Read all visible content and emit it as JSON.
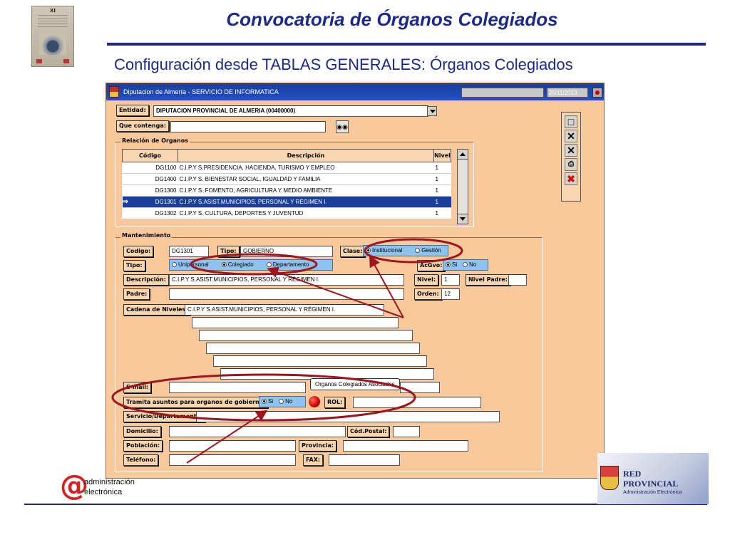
{
  "slide": {
    "title": "Convocatoria de Órganos Colegiados",
    "subtitle": "Configuración desde TABLAS GENERALES: Órganos Colegiados",
    "thumb_label": "XI"
  },
  "app": {
    "window_title": "Diputacion de Almería  - SERVICIO DE INFORMATICA",
    "date": "25/11/2013",
    "entidad_label": "Entidad:",
    "entidad_value": "DIPUTACION PROVINCIAL DE ALMERIA  (00400000)",
    "que_contenga_label": "Que contenga:",
    "relacion": {
      "title": "Relación de Organos",
      "headers": {
        "codigo": "Código",
        "descripcion": "Descripción",
        "nivel": "Nivel"
      },
      "rows": [
        {
          "codigo": "DG1100",
          "descripcion": "C.I.P.Y S.PRESIDENCIA, HACIENDA, TURISMO Y EMPLEO",
          "nivel": "1"
        },
        {
          "codigo": "DG1400",
          "descripcion": "C.I.P.Y S. BIENESTAR SOCIAL, IGUALDAD Y FAMILIA",
          "nivel": "1"
        },
        {
          "codigo": "DG1300",
          "descripcion": "C.I.P.Y S. FOMENTO, AGRICULTURA Y MEDIO AMBIENTE",
          "nivel": "1"
        },
        {
          "codigo": "DG1301",
          "descripcion": "C.I.P.Y S.ASIST.MUNICIPIOS, PERSONAL Y RÉGIMEN I.",
          "nivel": "1"
        },
        {
          "codigo": "DG1302",
          "descripcion": "C.I.P.Y S. CULTURA, DEPORTES Y JUVENTUD",
          "nivel": "1"
        }
      ],
      "selected_index": 3
    },
    "mantenimiento": {
      "title": "Mantenimiento",
      "codigo_label": "Codigo:",
      "codigo_value": "DG1301",
      "tipo_label_1": "Tipo:",
      "tipo_value_1": "GOBIERNO",
      "clase_label": "Clase:",
      "clase_options": [
        "Institucional",
        "Gestión"
      ],
      "clase_selected": 0,
      "tipo_label_2": "Tipo:",
      "tipo_options": [
        "Unipersonal",
        "Colegiado",
        "Departamento"
      ],
      "tipo_selected": 1,
      "acgvo_label": "AcGvo:",
      "acgvo_options": [
        "Si",
        "No"
      ],
      "acgvo_selected": 0,
      "descripcion_label": "Descripción:",
      "descripcion_value": "C.I.P.Y S.ASIST.MUNICIPIOS, PERSONAL Y RÉGIMEN I.",
      "nivel_label": "Nivel:",
      "nivel_value": "1",
      "nivel_padre_label": "Nivel Padre:",
      "padre_label": "Padre:",
      "orden_label": "Orden:",
      "orden_value": "12",
      "cadena_label": "Cadena de Niveles:",
      "cadena_value": "C.I.P.Y S.ASIST.MUNICIPIOS, PERSONAL Y RÉGIMEN I.",
      "email_label": "E-mail:",
      "tooltip": "Organos Colegiados Asociados",
      "tramita_label": "Tramita asuntos para organos de gobierno:",
      "tramita_options": [
        "Si",
        "No"
      ],
      "tramita_selected": 0,
      "rol_label": "ROL:",
      "servicio_label": "Servicio/Departamento:",
      "domicilio_label": "Domicilio:",
      "cod_postal_label": "Cód.Postal:",
      "poblacion_label": "Población:",
      "provincia_label": "Provincia:",
      "telefono_label": "Teléfono:",
      "fax_label": "FAX:"
    }
  },
  "footer": {
    "ae_line1": "administración",
    "ae_line2_prefix": "e",
    "ae_line2_rest": "lectrónica",
    "rp_line1": "RED",
    "rp_line2": "PROVINCIAL",
    "rp_line3": "Administración Electrónica"
  },
  "colors": {
    "accent": "#1b2a8a",
    "window_bg": "#f9c89b",
    "annotation": "#a0141e"
  }
}
